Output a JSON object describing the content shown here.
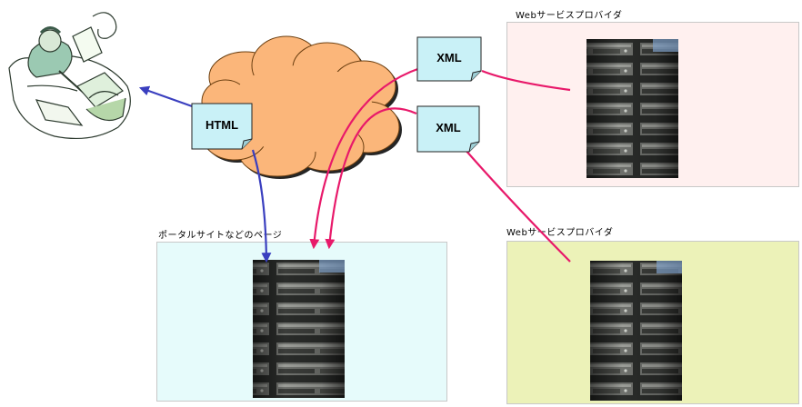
{
  "labels": {
    "provider_top": "Webサービスプロバイダ",
    "provider_bottom": "Webサービスプロバイダ",
    "portal": "ポータルサイトなどのページ"
  },
  "notes": {
    "xml_top": "XML",
    "xml_mid": "XML",
    "html": "HTML"
  },
  "colors": {
    "provider_top_bg": "#fff0ef",
    "provider_bottom_bg": "#ecf2b8",
    "portal_bg": "#e6fbfb",
    "note_fill": "#c9f1f7",
    "cloud_fill": "#fbb67a",
    "xml_arrow": "#e8196a",
    "html_arrow": "#3a3fbf"
  },
  "icons": [
    "person-at-computer-icon",
    "server-rack-icon",
    "internet-cloud-icon"
  ]
}
